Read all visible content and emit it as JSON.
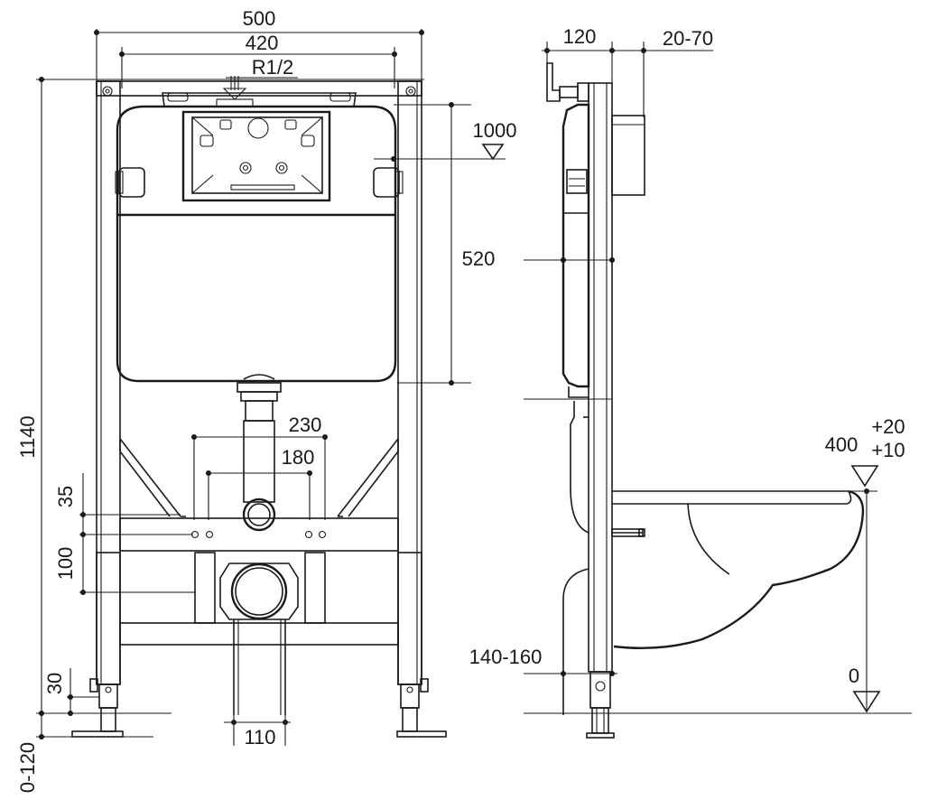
{
  "front_view": {
    "dim_frame_width": "500",
    "dim_inner_width": "420",
    "dim_pipe_connection": "R1/2",
    "dim_total_height": "1140",
    "dim_bracket_spacing_a": "230",
    "dim_bracket_spacing_b": "180",
    "dim_offset_35": "35",
    "dim_offset_100": "100",
    "dim_foot_30": "30",
    "dim_foot_adjust": "0-120",
    "dim_outlet": "110"
  },
  "side_view": {
    "dim_depth": "120",
    "dim_wall_range": "20-70",
    "dim_button_height": "1000",
    "dim_cistern_height": "520",
    "dim_outlet_height": "140-160",
    "dim_bowl_height": "400",
    "dim_tol_plus20": "+20",
    "dim_tol_plus10": "+10",
    "dim_floor": "0"
  }
}
